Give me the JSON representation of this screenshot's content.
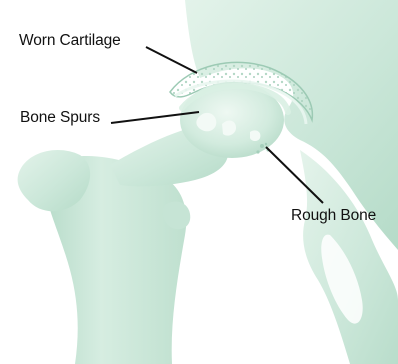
{
  "figure": {
    "subject": "hip joint illustration",
    "palette": {
      "background": "#ffffff",
      "bone_fill": "#cfe9dc",
      "bone_light": "#e6f4ec",
      "bone_shadow": "#a9d3bf",
      "cartilage": "#bfe0cf",
      "leader_line": "#111111",
      "label_text": "#111111"
    },
    "callouts": {
      "worn_cartilage": "Worn Cartilage",
      "bone_spurs": "Bone Spurs",
      "rough_bone": "Rough Bone"
    }
  }
}
